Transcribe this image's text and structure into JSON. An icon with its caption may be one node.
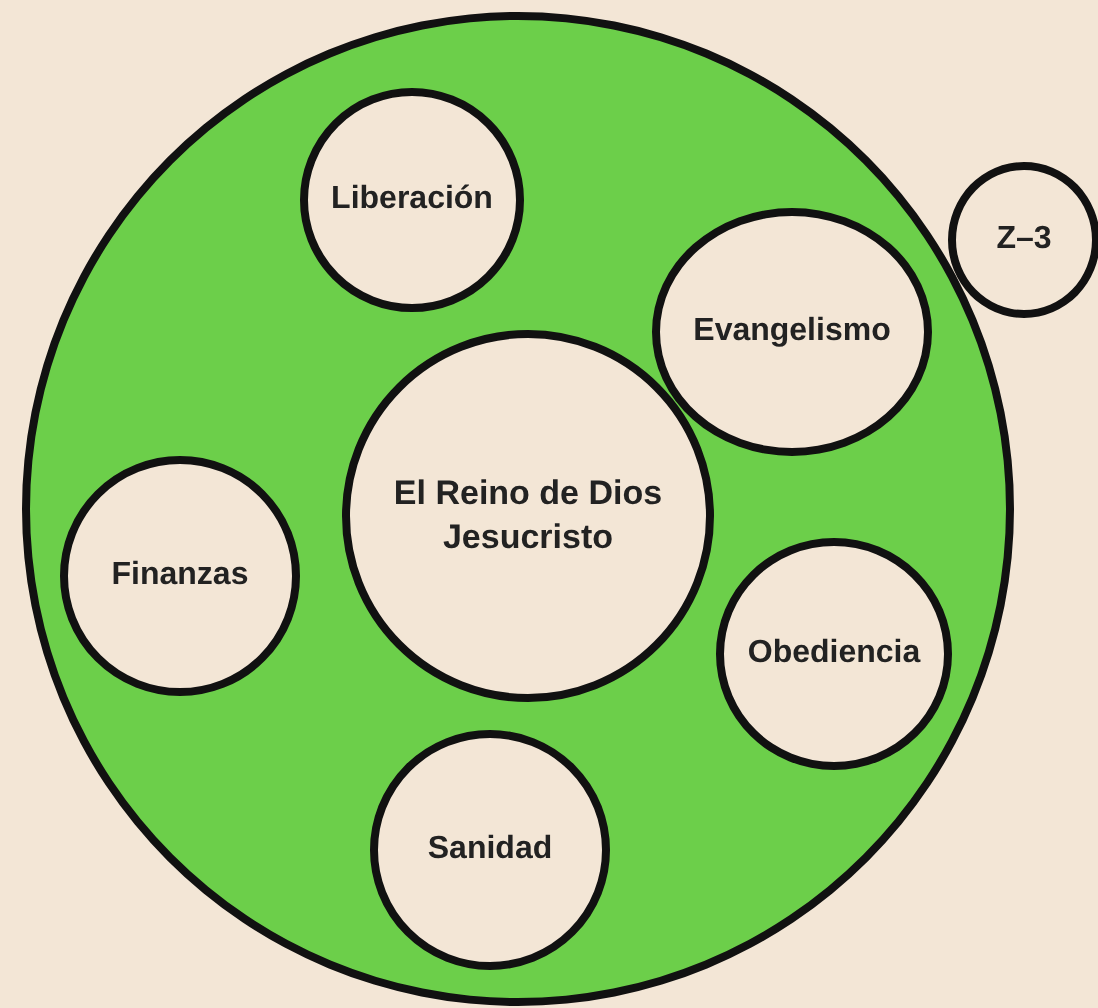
{
  "diagram": {
    "nodes": [
      {
        "text": [],
        "shape": "circle"
      },
      {
        "text": [
          "Liberación"
        ],
        "in": 0
      },
      {
        "text": [
          "Evangelismo"
        ],
        "in": 0
      },
      {
        "text": [
          "El Reino de Dios Jesucristo"
        ],
        "in": 0
      },
      {
        "text": [
          "Finanzas"
        ],
        "in": 0
      },
      {
        "text": [
          "Obediencia"
        ],
        "in": 0
      },
      {
        "text": [
          "Sanidad"
        ],
        "in": 0
      },
      {
        "text": [
          "Z–3"
        ]
      }
    ]
  }
}
